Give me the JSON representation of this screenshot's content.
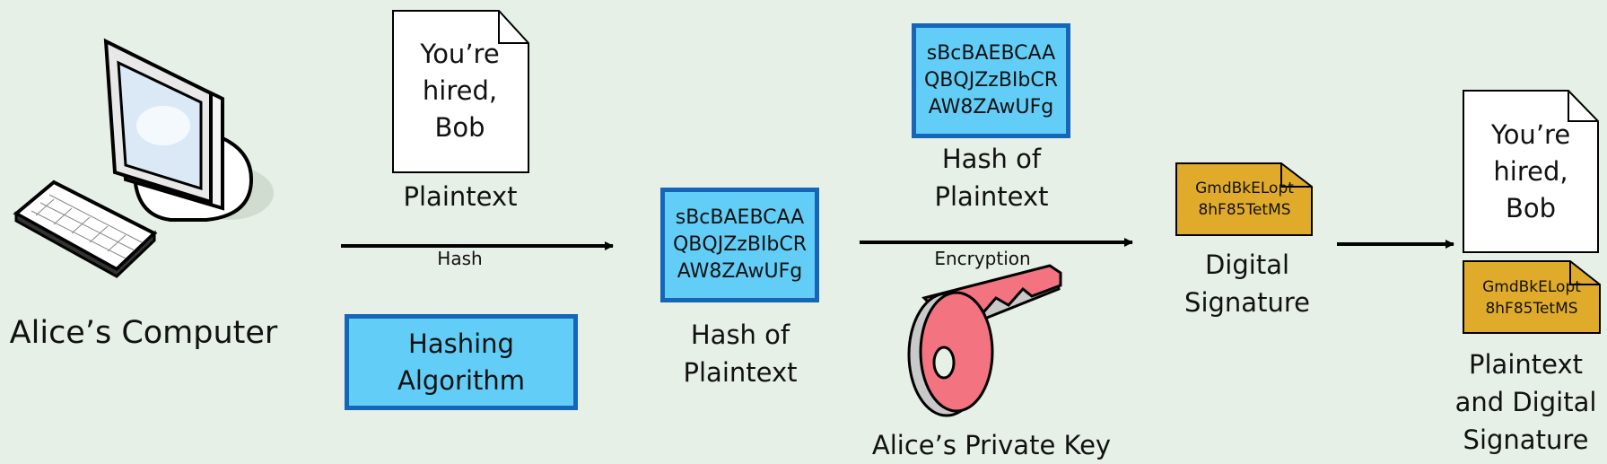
{
  "computer": {
    "label": "Alice’s Computer"
  },
  "plaintext": {
    "lines": [
      "You’re",
      "hired,",
      "Bob"
    ],
    "caption": "Plaintext"
  },
  "arrows": {
    "hash_label": "Hash",
    "encryption_label": "Encryption"
  },
  "hashing_algorithm": {
    "lines": [
      "Hashing",
      "Algorithm"
    ]
  },
  "hash_value": {
    "lines": [
      "sBcBAEBCAA",
      "QBQJZzBIbCR",
      "AW8ZAwUFg"
    ]
  },
  "hash_caption": {
    "lines": [
      "Hash of",
      "Plaintext"
    ]
  },
  "private_key": {
    "label": "Alice’s Private Key"
  },
  "signature_value": {
    "lines": [
      "GmdBkELopt",
      "8hF85TetMS"
    ]
  },
  "digital_signature": {
    "lines": [
      "Digital",
      "Signature"
    ]
  },
  "final": {
    "lines": [
      "Plaintext",
      "and Digital",
      "Signature"
    ]
  },
  "colors": {
    "background": "#e6f0e6",
    "hash_box_fill": "#62cdf6",
    "hash_box_border": "#1565b8",
    "signature_fill": "#e0ab2a",
    "key_fill": "#f47381"
  }
}
